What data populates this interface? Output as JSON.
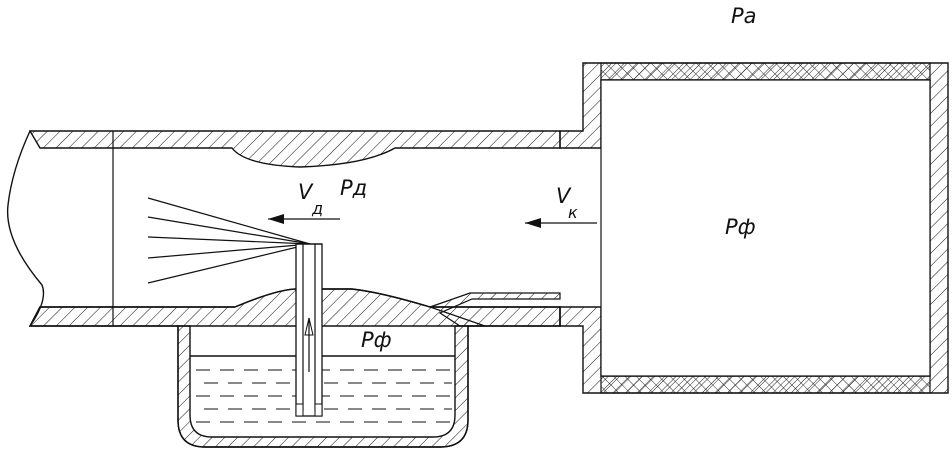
{
  "labels": {
    "ambient_pressure": "Pa",
    "diffuser_pressure": "Pд",
    "float_chamber_pressure": "Pф",
    "air_filter_pressure": "Pф",
    "diffuser_velocity_symbol": "V",
    "diffuser_velocity_subscript": "д",
    "inlet_velocity_symbol": "V",
    "inlet_velocity_subscript": "к"
  }
}
